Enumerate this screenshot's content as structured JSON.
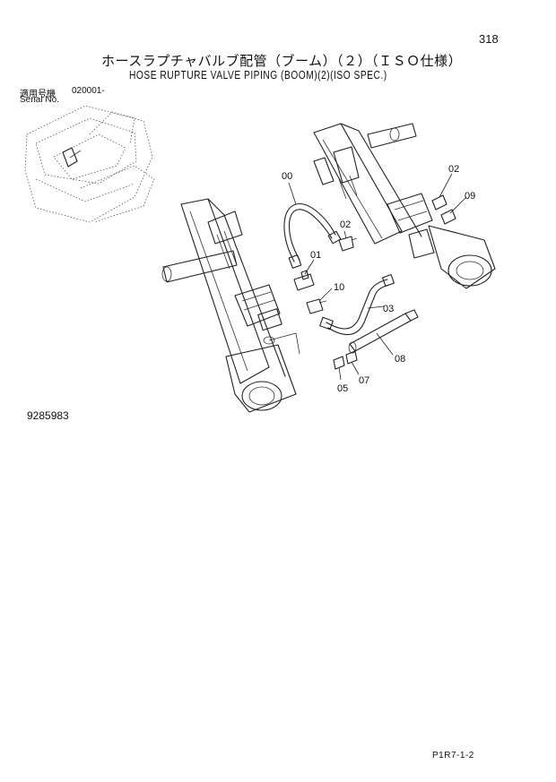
{
  "header": {
    "page_number": "318",
    "title_jp": "ホースラプチャバルブ配管（ブーム）（２）（ＩＳＯ仕様）",
    "title_en": "HOSE RUPTURE VALVE PIPING (BOOM)(2)(ISO SPEC.)"
  },
  "serial": {
    "label_jp": "適用号機",
    "value": "020001-",
    "label_en": "Serial No."
  },
  "drawing_number": "9285983",
  "footer_code": "P1R7-1-2",
  "callouts": [
    "00",
    "01",
    "02",
    "02",
    "03",
    "05",
    "07",
    "08",
    "09",
    "10"
  ],
  "icons": [
    "excavator-outline-icon",
    "boom-assembly-drawing"
  ]
}
